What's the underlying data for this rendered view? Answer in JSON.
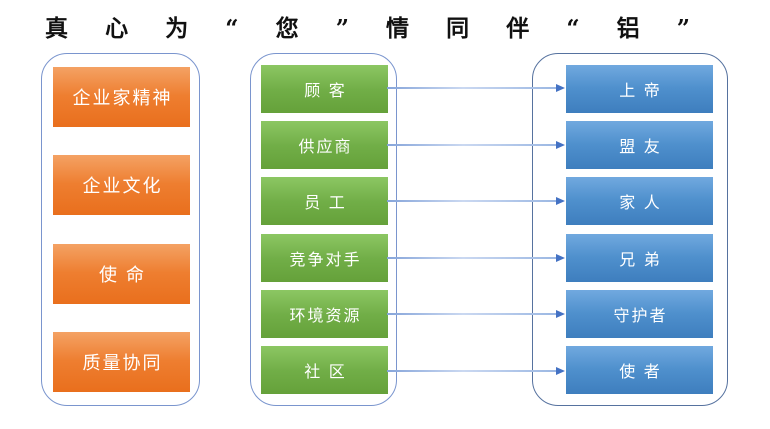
{
  "title": {
    "text": "真 心 为 “ 您 ” 情 同 伴 “ 铝 ”",
    "segments": [
      "真",
      "心",
      "为",
      "“",
      "您",
      "”",
      "情",
      "同",
      "伴",
      "“",
      "铝",
      "”"
    ]
  },
  "panels": {
    "left": {
      "items": [
        "企业家精神",
        "企业文化",
        "使 命",
        "质量协同"
      ]
    },
    "middle": {
      "items": [
        "顾 客",
        "供应商",
        "员 工",
        "竞争对手",
        "环境资源",
        "社 区"
      ]
    },
    "right": {
      "items": [
        "上 帝",
        "盟 友",
        "家 人",
        "兄 弟",
        "守护者",
        "使 者"
      ]
    }
  },
  "connections": [
    {
      "from": "顾 客",
      "to": "上 帝"
    },
    {
      "from": "供应商",
      "to": "盟 友"
    },
    {
      "from": "员 工",
      "to": "家 人"
    },
    {
      "from": "竞争对手",
      "to": "兄 弟"
    },
    {
      "from": "环境资源",
      "to": "守护者"
    },
    {
      "from": "社 区",
      "to": "使 者"
    }
  ],
  "colors": {
    "orange_box": "#ED7D31",
    "green_box": "#70AD47",
    "blue_box": "#4E8FCC",
    "panel_border": "#7A95CE",
    "right_panel_border": "#56729F",
    "arrow_line": "#A9C3E9",
    "arrow_head": "#4472C4",
    "title_text": "#111111",
    "box_text": "#FFFFFF"
  }
}
